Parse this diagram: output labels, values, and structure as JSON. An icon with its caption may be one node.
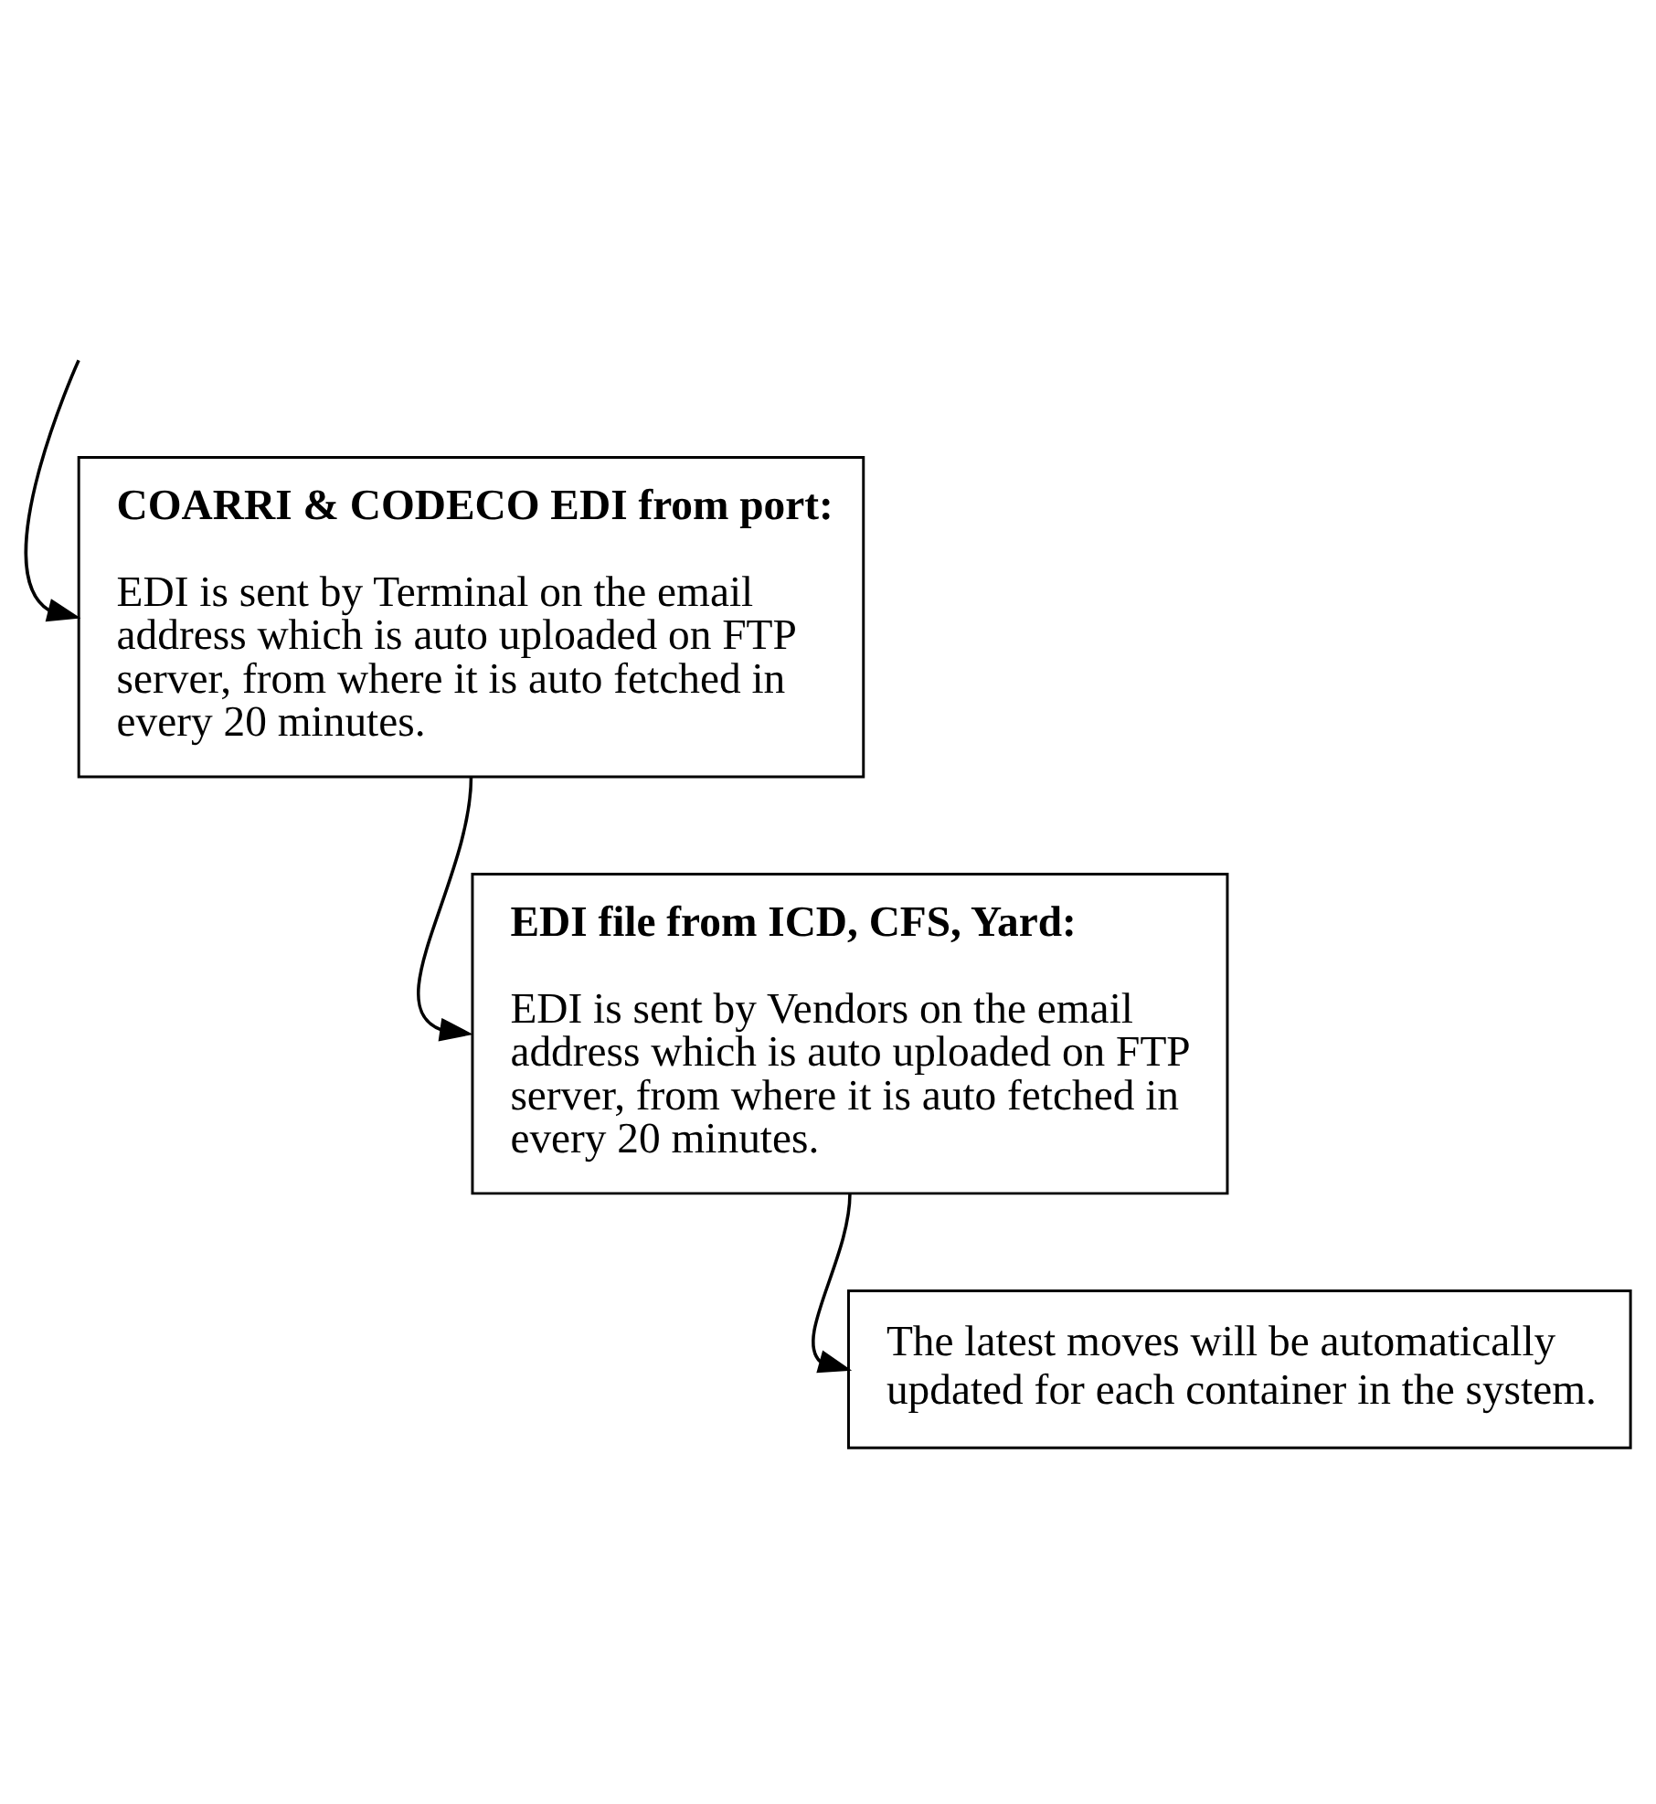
{
  "diagram": {
    "nodes": [
      {
        "text": [
          "COARRI & CODECO EDI from port:",
          "EDI is sent by Terminal on the email address which is auto uploaded on FTP server, from where it is auto fetched in every 20 minutes."
        ]
      },
      {
        "text": [
          "EDI file from ICD, CFS, Yard:",
          "EDI is sent by Vendors on the email address which is auto uploaded on FTP server, from where it is auto fetched in every 20 minutes."
        ]
      },
      {
        "text": [
          "The latest moves will be automatically updated for each container in the system."
        ]
      }
    ],
    "edges": [
      {
        "from": null,
        "to": 0,
        "arrow": "to"
      },
      {
        "from": 0,
        "to": 1,
        "arrow": "to"
      },
      {
        "from": 1,
        "to": 2,
        "arrow": "to"
      }
    ]
  }
}
